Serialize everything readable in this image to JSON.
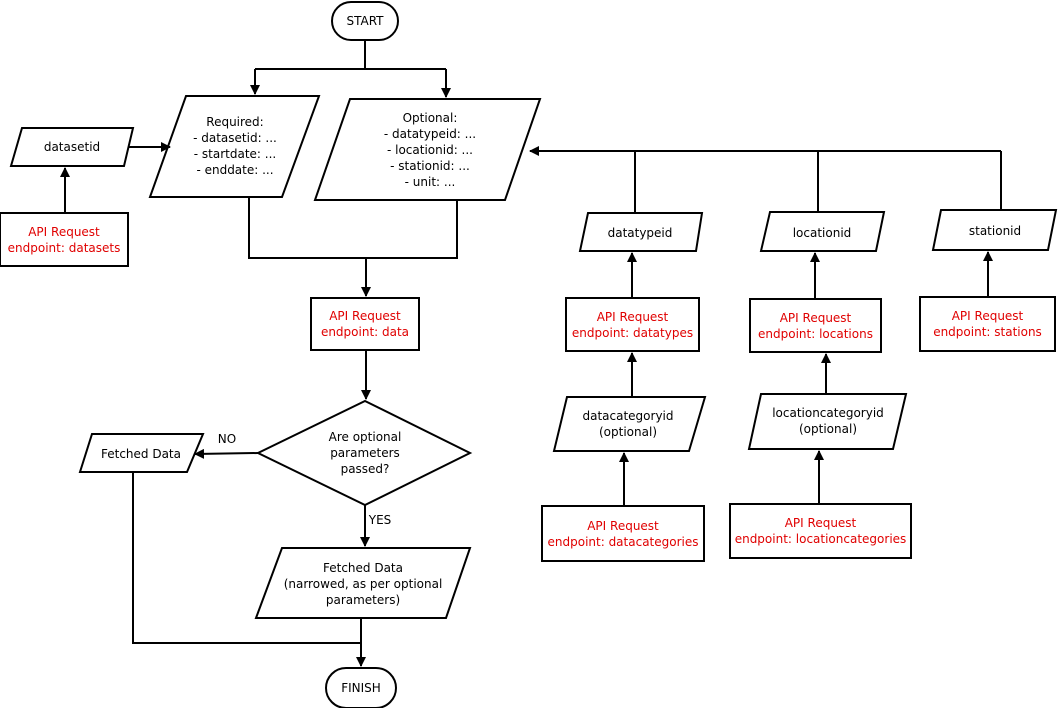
{
  "start": "START",
  "finish": "FINISH",
  "required": {
    "title": "Required:",
    "items": [
      "- datasetid: ...",
      "- startdate: ...",
      "- enddate: ..."
    ]
  },
  "optional": {
    "title": "Optional:",
    "items": [
      "- datatypeid: ...",
      "- locationid: ...",
      "- stationid: ...",
      "- unit: ..."
    ]
  },
  "datasetid": "datasetid",
  "api_datasets": [
    "API Request",
    "endpoint: datasets"
  ],
  "api_data": [
    "API Request",
    "endpoint: data"
  ],
  "decision": [
    "Are optional",
    "parameters",
    "passed?"
  ],
  "no_label": "NO",
  "yes_label": "YES",
  "fetched": "Fetched Data",
  "fetched_narrow": [
    "Fetched Data",
    "(narrowed, as per optional",
    "parameters)"
  ],
  "datatypeid": "datatypeid",
  "locationid": "locationid",
  "stationid": "stationid",
  "api_datatypes": [
    "API Request",
    "endpoint: datatypes"
  ],
  "api_locations": [
    "API Request",
    "endpoint: locations"
  ],
  "api_stations": [
    "API Request",
    "endpoint: stations"
  ],
  "datacategoryid": [
    "datacategoryid",
    "(optional)"
  ],
  "locationcategoryid": [
    "locationcategoryid",
    "(optional)"
  ],
  "api_datacategories": [
    "API Request",
    "endpoint: datacategories"
  ],
  "api_locationcategories": [
    "API Request",
    "endpoint: locationcategories"
  ],
  "colors": {
    "line": "#000000",
    "api_text": "#e00000",
    "fill": "#ffffff"
  }
}
